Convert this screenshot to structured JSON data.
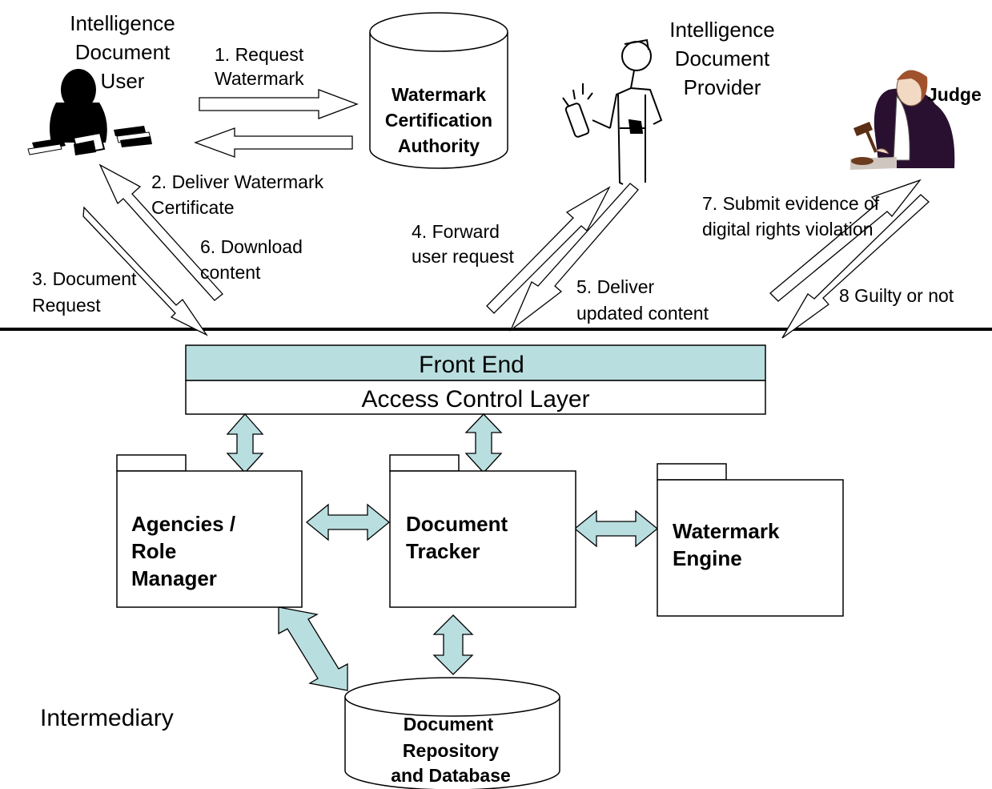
{
  "actors": {
    "user": [
      "Intelligence",
      "Document",
      "User"
    ],
    "provider": [
      "Intelligence",
      "Document",
      "Provider"
    ],
    "judge": "Judge"
  },
  "authority": [
    "Watermark",
    "Certification",
    "Authority"
  ],
  "steps": {
    "s1": [
      "1. Request",
      "Watermark"
    ],
    "s2": [
      "2. Deliver Watermark",
      "Certificate"
    ],
    "s3": [
      "3. Document",
      "Request"
    ],
    "s4": [
      "4. Forward",
      "user request"
    ],
    "s5": [
      "5. Deliver",
      "updated content"
    ],
    "s6": [
      "6. Download",
      "content"
    ],
    "s7": [
      "7. Submit evidence of",
      "digital rights violation"
    ],
    "s8": "8 Guilty or not"
  },
  "layers": {
    "front_end": "Front End",
    "access_control": "Access Control Layer"
  },
  "components": {
    "agencies": [
      "Agencies /",
      "Role",
      "Manager"
    ],
    "tracker": [
      "Document",
      "Tracker"
    ],
    "engine": [
      "Watermark",
      "Engine"
    ],
    "repository": [
      "Document",
      "Repository",
      "and Database"
    ]
  },
  "intermediary_label": "Intermediary",
  "colors": {
    "teal": "#b9dedf",
    "line": "#000000"
  }
}
